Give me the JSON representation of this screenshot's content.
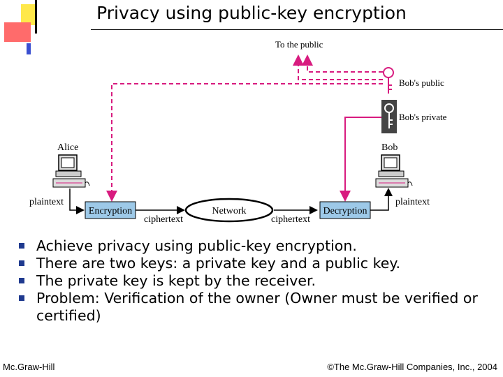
{
  "slide": {
    "title": "Privacy using public-key encryption",
    "bullets": [
      "Achieve privacy using public-key encryption.",
      "There are two keys: a private key and a public key.",
      "The private key is kept by the receiver.",
      "Problem: Verification of the owner (Owner must be verified or certified)"
    ],
    "footer_left": "Mc.Graw-Hill",
    "footer_right": "©The Mc.Graw-Hill Companies, Inc., 2004"
  },
  "diagram": {
    "to_public": "To the public",
    "bobs_public": "Bob's public",
    "bobs_private": "Bob's private",
    "alice": "Alice",
    "bob": "Bob",
    "plaintext_left": "plaintext",
    "plaintext_right": "plaintext",
    "encryption": "Encryption",
    "decryption": "Decryption",
    "network": "Network",
    "ciphertext_left": "ciphertext",
    "ciphertext_right": "ciphertext"
  },
  "colors": {
    "accent_magenta": "#d81b7f",
    "box_fill": "#9dc9e8",
    "bullet": "#1f3a8f",
    "deco_red": "#ff6060",
    "deco_yellow": "#ffe84a",
    "deco_blue": "#3a4fd0"
  }
}
